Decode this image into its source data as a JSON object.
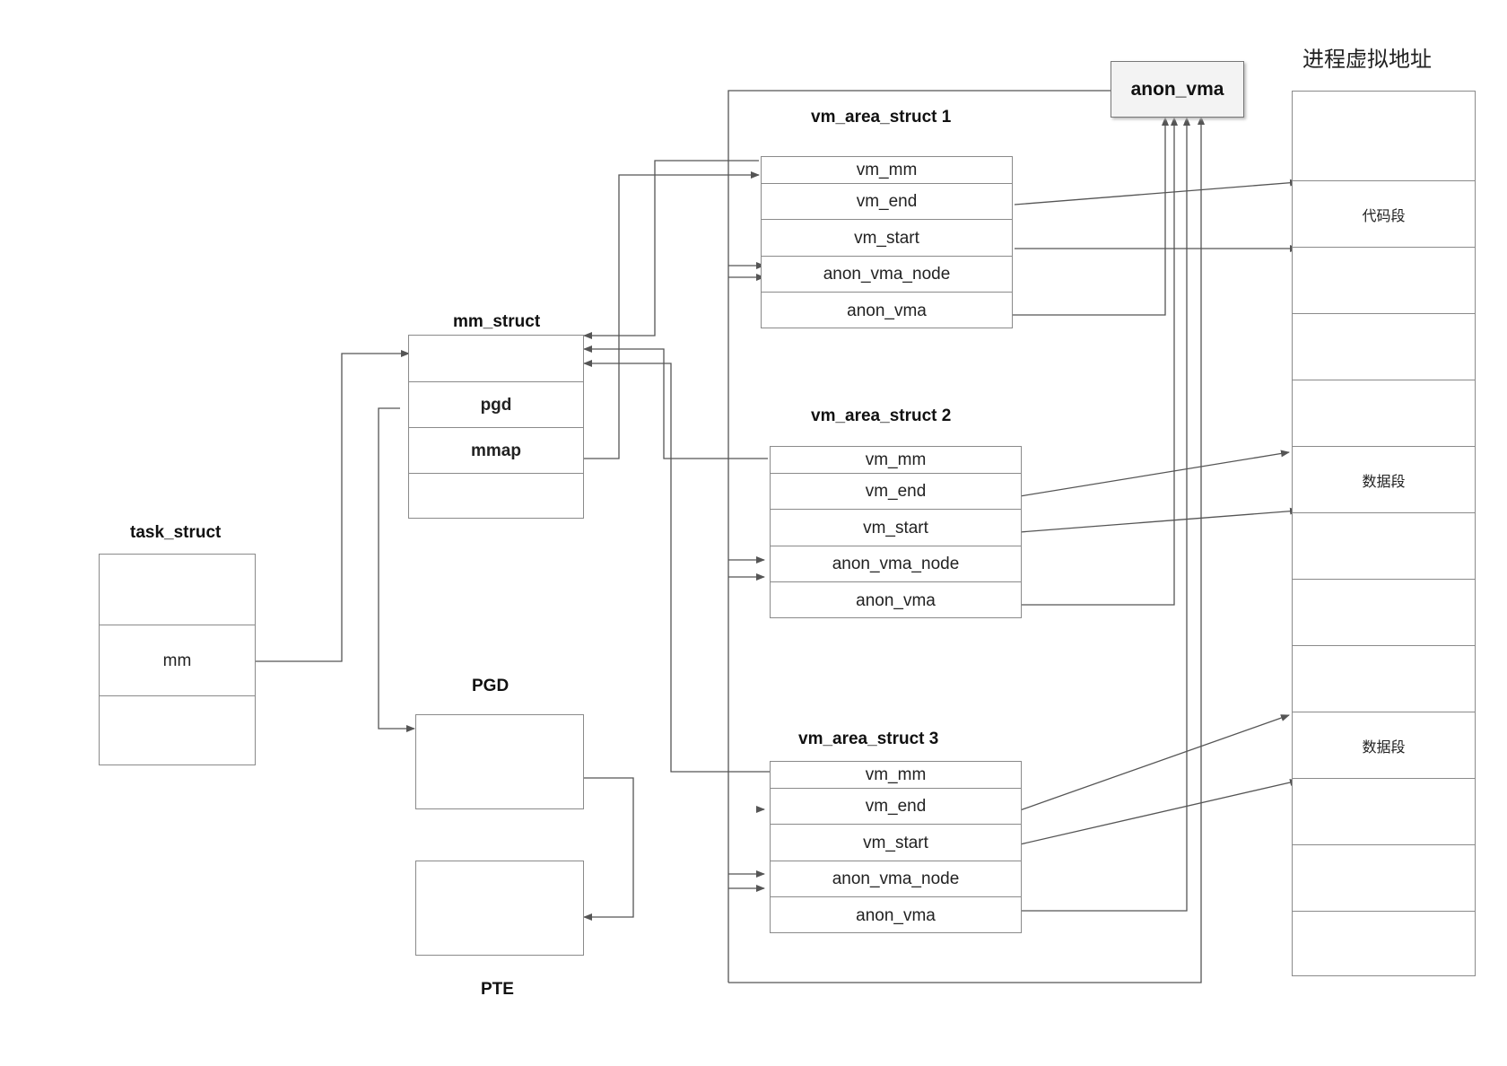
{
  "task_struct": {
    "title": "task_struct",
    "fields": [
      "",
      "mm",
      ""
    ]
  },
  "mm_struct": {
    "title": "mm_struct",
    "fields": [
      "",
      "pgd",
      "mmap",
      ""
    ]
  },
  "pgd": {
    "title": "PGD"
  },
  "pte": {
    "title": "PTE"
  },
  "anon_vma": {
    "label": "anon_vma"
  },
  "vm_areas": [
    {
      "title": "vm_area_struct 1",
      "fields": [
        "vm_mm",
        "vm_end",
        "vm_start",
        "anon_vma_node",
        "anon_vma"
      ]
    },
    {
      "title": "vm_area_struct 2",
      "fields": [
        "vm_mm",
        "vm_end",
        "vm_start",
        "anon_vma_node",
        "anon_vma"
      ]
    },
    {
      "title": "vm_area_struct 3",
      "fields": [
        "vm_mm",
        "vm_end",
        "vm_start",
        "anon_vma_node",
        "anon_vma"
      ]
    }
  ],
  "address_space": {
    "title": "进程虚拟地址",
    "segments": [
      "",
      "代码段",
      "",
      "",
      "",
      "数据段",
      "",
      "",
      "",
      "数据段",
      "",
      "",
      "",
      ""
    ]
  }
}
